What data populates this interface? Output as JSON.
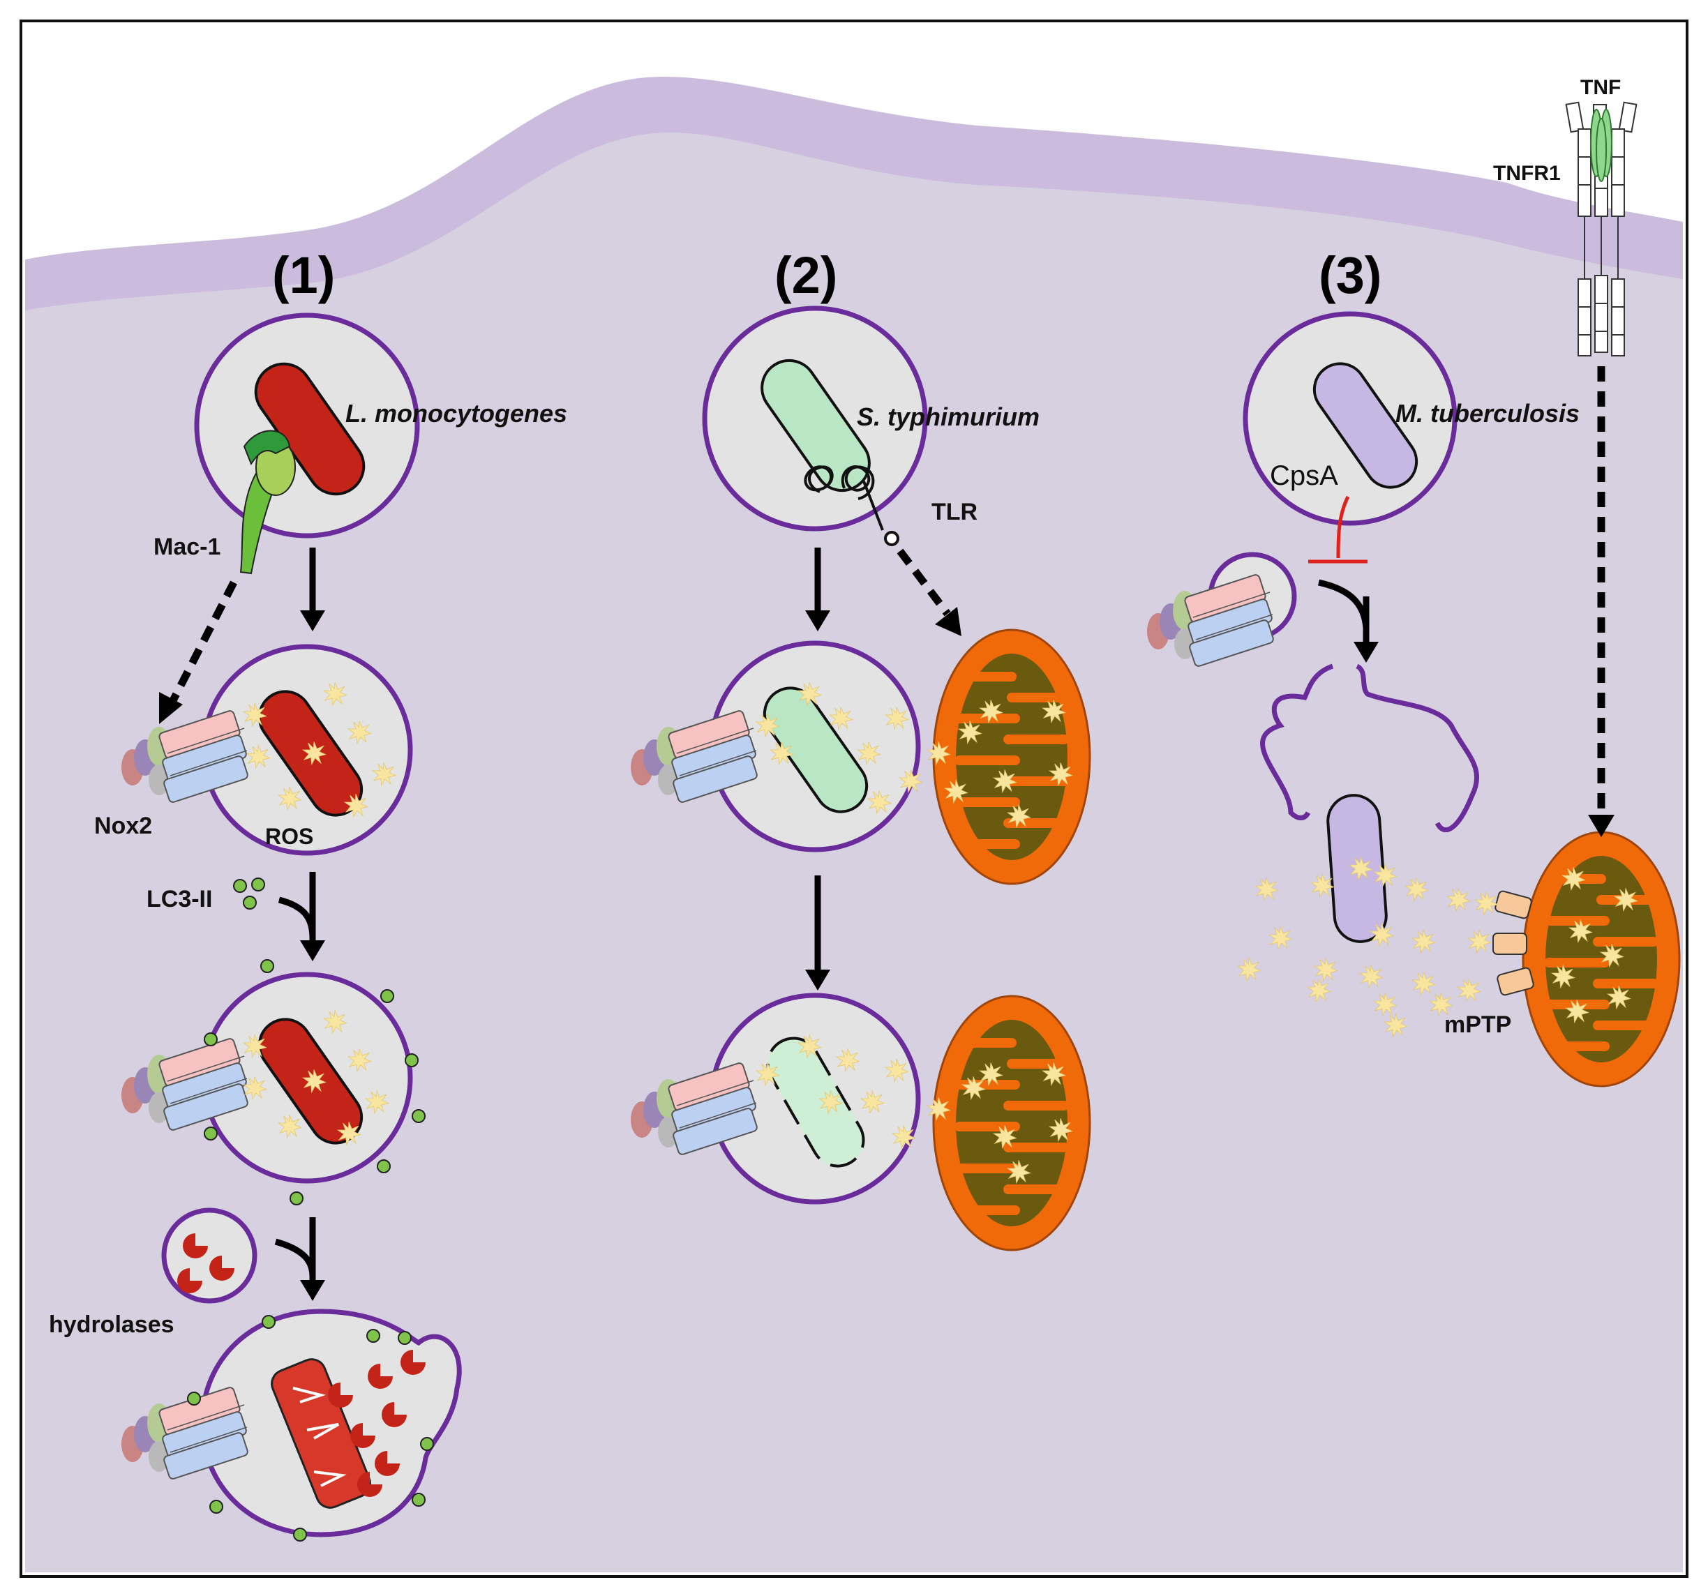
{
  "panels": [
    {
      "id": "1",
      "label": "(1)",
      "bacterium": "L. monocytogenes"
    },
    {
      "id": "2",
      "label": "(2)",
      "bacterium": "S. typhimurium"
    },
    {
      "id": "3",
      "label": "(3)",
      "bacterium": "M. tuberculosis"
    }
  ],
  "labels": {
    "mac1": "Mac-1",
    "nox2": "Nox2",
    "ros": "ROS",
    "lc3": "LC3-II",
    "hydrolases": "hydrolases",
    "tlr": "TLR",
    "cpsa": "CpsA",
    "tnf": "TNF",
    "tnfr1": "TNFR1",
    "mptp": "mPTP"
  },
  "colors": {
    "cytoplasm": "#d6d0e0",
    "membrane": "#cbbcde",
    "vacuole_border": "#6a2c9a",
    "vacuole_fill": "#e3e3e3",
    "listeria": "#c42418",
    "salmonella": "#b9e6c4",
    "mtb": "#c7b8e3",
    "mitochondrion": "#f06a0a",
    "ros": "#f7e7a1",
    "lc3": "#7fc34a"
  }
}
